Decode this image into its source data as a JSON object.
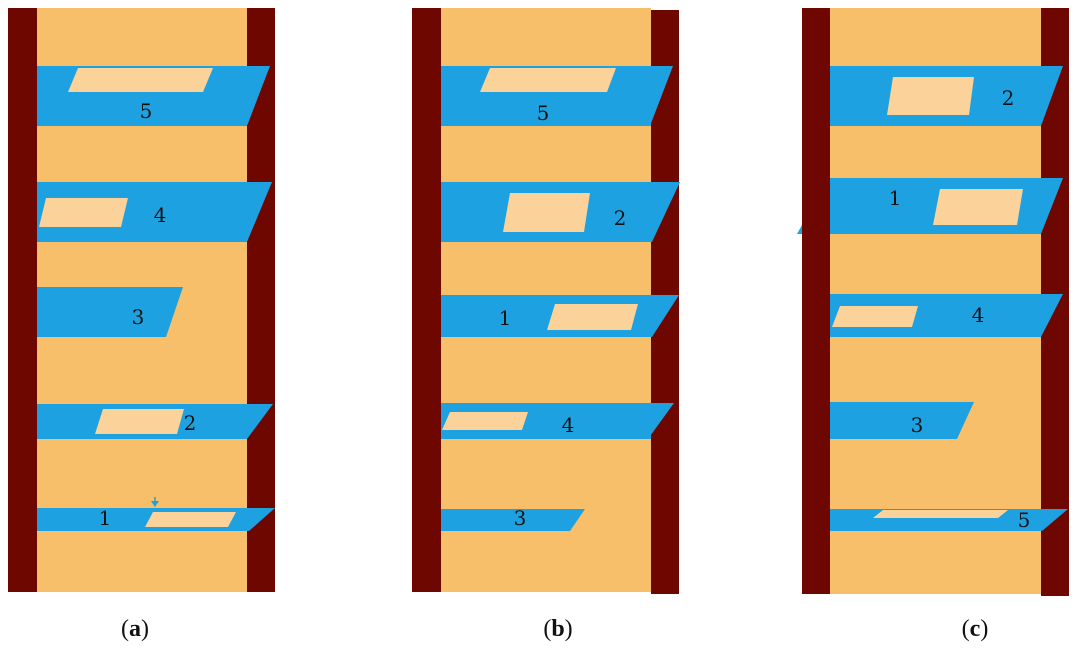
{
  "colors": {
    "wall": "#6e0700",
    "interior": "#f7bf6a",
    "shelf": "#1da1e0",
    "box": "#fbd39a",
    "text": "#111111"
  },
  "panels": [
    {
      "id": "a",
      "caption_letter": "a",
      "shelves": [
        "5",
        "4",
        "3",
        "2",
        "1"
      ]
    },
    {
      "id": "b",
      "caption_letter": "b",
      "shelves": [
        "5",
        "2",
        "1",
        "4",
        "3"
      ]
    },
    {
      "id": "c",
      "caption_letter": "c",
      "shelves": [
        "2",
        "1",
        "4",
        "3",
        "5"
      ]
    }
  ]
}
